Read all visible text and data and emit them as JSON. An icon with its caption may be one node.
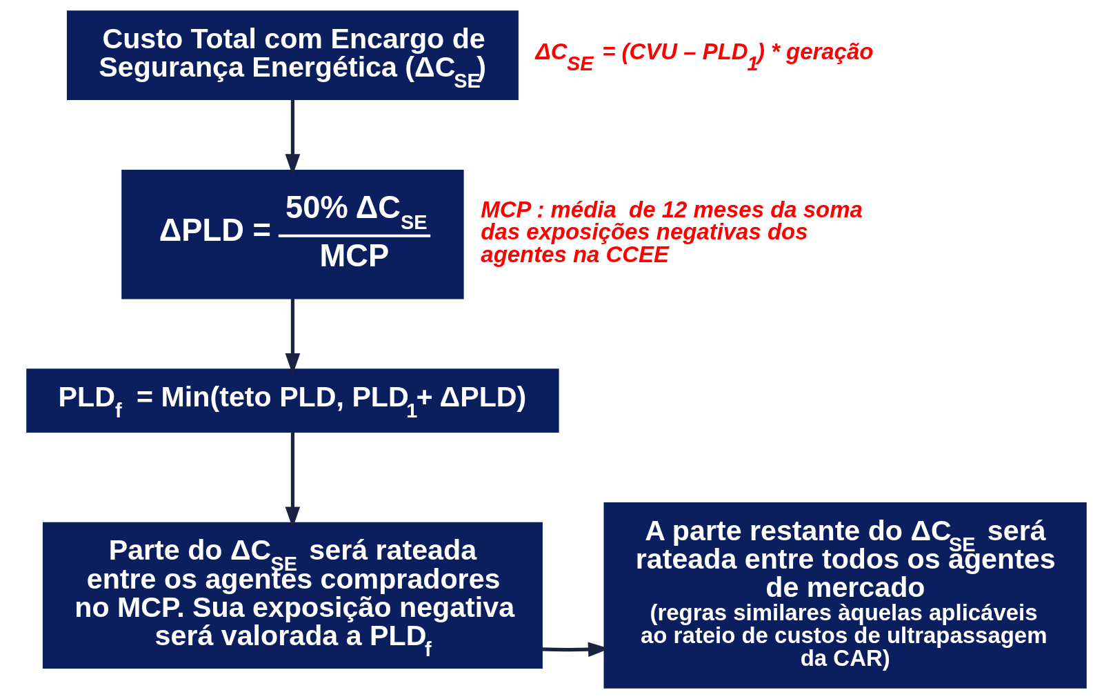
{
  "diagram": {
    "nodes": [
      {
        "text": [
          "Custo Total com Encargo de Segurança Energética (ΔC$_{SE}$)"
        ],
        "beside": [
          "ΔC$_{SE}$ = (CVU – PLD$_{1}$) * geração"
        ]
      },
      {
        "text": [
          "ΔPLD =",
          "50% ΔC$_{SE}$",
          "MCP"
        ],
        "beside": [
          "MCP : média  de 12 meses da soma das exposições negativas dos agentes na CCEE"
        ]
      },
      {
        "text": [
          "PLD$_{f}$ = Min(teto PLD, PLD$_{1}$+ ΔPLD)"
        ]
      },
      {
        "text": [
          "Parte do ΔC$_{SE}$ será rateada entre os agentes compradores no MCP. Sua exposição negativa será valorada a PLD$_{f}$"
        ]
      },
      {
        "text": [
          "A parte restante do ΔC$_{SE}$ será rateada entre todos os agentes de mercado",
          "(regras similares àquelas aplicáveis ao rateio de custos de ultrapassagem da CAR)"
        ]
      }
    ],
    "edges": [
      {
        "from": 0,
        "to": 1,
        "arrow": "to"
      },
      {
        "from": 1,
        "to": 2,
        "arrow": "to"
      },
      {
        "from": 2,
        "to": 3,
        "arrow": "to"
      },
      {
        "from": 3,
        "to": 4,
        "arrow": "to"
      }
    ]
  }
}
